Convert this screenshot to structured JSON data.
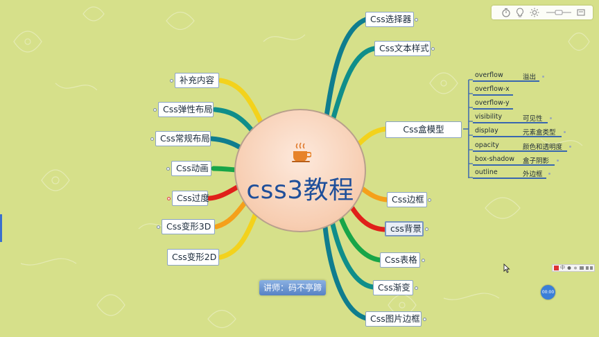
{
  "center": {
    "title": "css3教程",
    "icon": "coffee-cup-icon"
  },
  "right_nodes": [
    {
      "id": "selector",
      "label": "Css选择器"
    },
    {
      "id": "text-style",
      "label": "Css文本样式"
    },
    {
      "id": "box-model",
      "label": "Css盒模型"
    },
    {
      "id": "border",
      "label": "Css边框"
    },
    {
      "id": "background",
      "label": "css背景"
    },
    {
      "id": "table",
      "label": "Css表格"
    },
    {
      "id": "gradient",
      "label": "Css渐变"
    },
    {
      "id": "image-border",
      "label": "Css图片边框"
    }
  ],
  "left_nodes": [
    {
      "id": "supplement",
      "label": "补充内容"
    },
    {
      "id": "flex-layout",
      "label": "Css弹性布局"
    },
    {
      "id": "normal-layout",
      "label": "Css常规布局"
    },
    {
      "id": "animation",
      "label": "Css动画"
    },
    {
      "id": "transition",
      "label": "Css过度"
    },
    {
      "id": "transform-3d",
      "label": "Css变形3D"
    },
    {
      "id": "transform-2d",
      "label": "Css变形2D"
    }
  ],
  "box_model_props": [
    {
      "name": "overflow",
      "desc": "溢出"
    },
    {
      "name": "overflow-x",
      "desc": ""
    },
    {
      "name": "overflow-y",
      "desc": ""
    },
    {
      "name": "visibility",
      "desc": "可见性"
    },
    {
      "name": "display",
      "desc": "元素盒类型"
    },
    {
      "name": "opacity",
      "desc": "颜色和透明度"
    },
    {
      "name": "box-shadow",
      "desc": "盒子阴影"
    },
    {
      "name": "outline",
      "desc": "外边框"
    }
  ],
  "lecturer": "讲师：码不亭蹄",
  "toolbar": {
    "icons": [
      "timer-icon",
      "lightbulb-icon",
      "brightness-icon",
      "slider",
      "expand-icon"
    ]
  },
  "ime_bar": {
    "lang": "中"
  },
  "timer_badge": "00:00",
  "colors": {
    "background": "#d6e08a",
    "center_text": "#1f4f9a",
    "branch_teal": "#0f7d8e",
    "branch_yellow": "#f3d21c",
    "branch_orange": "#f5a01a",
    "branch_red": "#e0201a",
    "branch_green": "#18a548",
    "prop_line": "#3866b0"
  }
}
